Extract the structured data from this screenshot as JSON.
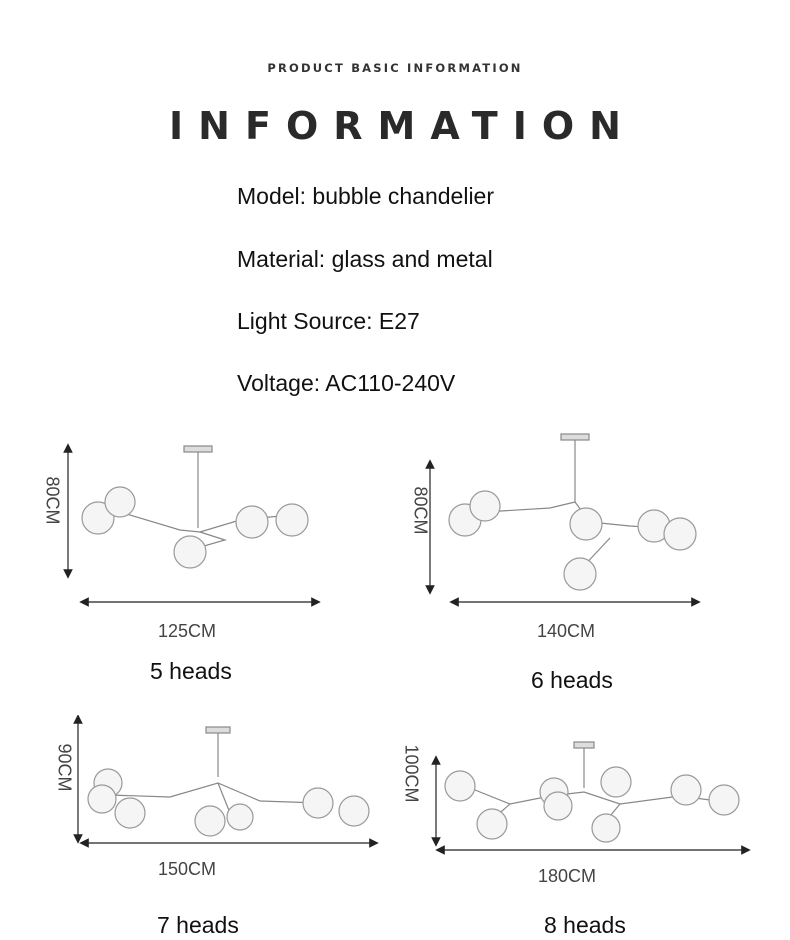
{
  "header": {
    "subtitle": "PRODUCT BASIC INFORMATION",
    "title": "INFORMATION"
  },
  "specs": [
    "Model: bubble chandelier",
    "Material: glass and metal",
    "Light Source: E27",
    "Voltage: AC110-240V"
  ],
  "variants": [
    {
      "width": "125CM",
      "height": "80CM",
      "heads": "5 heads"
    },
    {
      "width": "140CM",
      "height": "80CM",
      "heads": "6 heads"
    },
    {
      "width": "150CM",
      "height": "90CM",
      "heads": "7 heads"
    },
    {
      "width": "180CM",
      "height": "100CM",
      "heads": "8 heads"
    }
  ]
}
